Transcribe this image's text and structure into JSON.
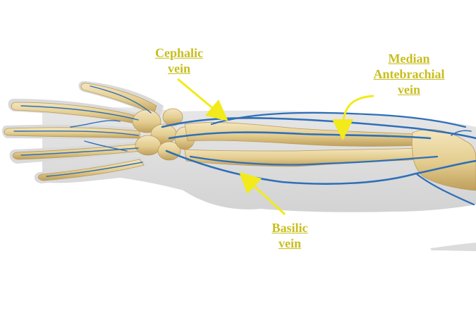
{
  "labels": {
    "cephalic": {
      "line1": "Cephalic",
      "line2": "vein"
    },
    "median": {
      "line1": "Median",
      "line2": "Antebrachial",
      "line3": "vein"
    },
    "basilic": {
      "line1": "Basilic",
      "line2": "vein"
    }
  },
  "colors": {
    "label_text": "#c8be1e",
    "arrow": "#f2ea1a",
    "vein": "#2f6fb8",
    "bone": "#e6d29c",
    "skin_shadow": "#d9d9d9"
  },
  "icons": {
    "arrow": "arrow-icon"
  }
}
